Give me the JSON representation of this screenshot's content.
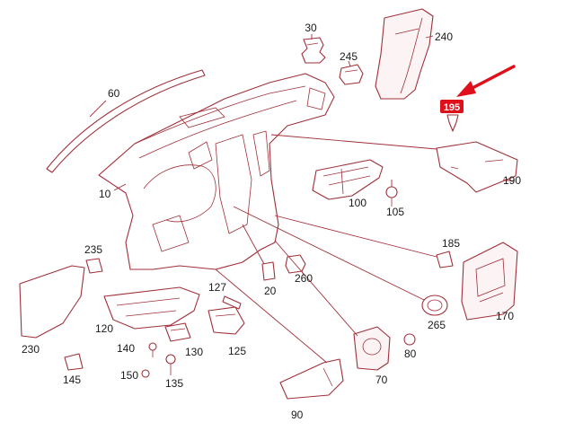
{
  "colors": {
    "line": "#a0303a",
    "text": "#1a1a1a",
    "highlight": "#e0101a",
    "background": "#ffffff"
  },
  "callouts": {
    "c10": "10",
    "c20": "20",
    "c30": "30",
    "c60": "60",
    "c70": "70",
    "c80": "80",
    "c90": "90",
    "c100": "100",
    "c105": "105",
    "c120": "120",
    "c125": "125",
    "c127": "127",
    "c130": "130",
    "c135": "135",
    "c140": "140",
    "c145": "145",
    "c150": "150",
    "c170": "170",
    "c185": "185",
    "c190": "190",
    "c195": "195",
    "c230": "230",
    "c235": "235",
    "c240": "240",
    "c245": "245",
    "c260": "260",
    "c265": "265"
  },
  "highlighted_part": "195",
  "pointer_arrow": "arrow-icon"
}
